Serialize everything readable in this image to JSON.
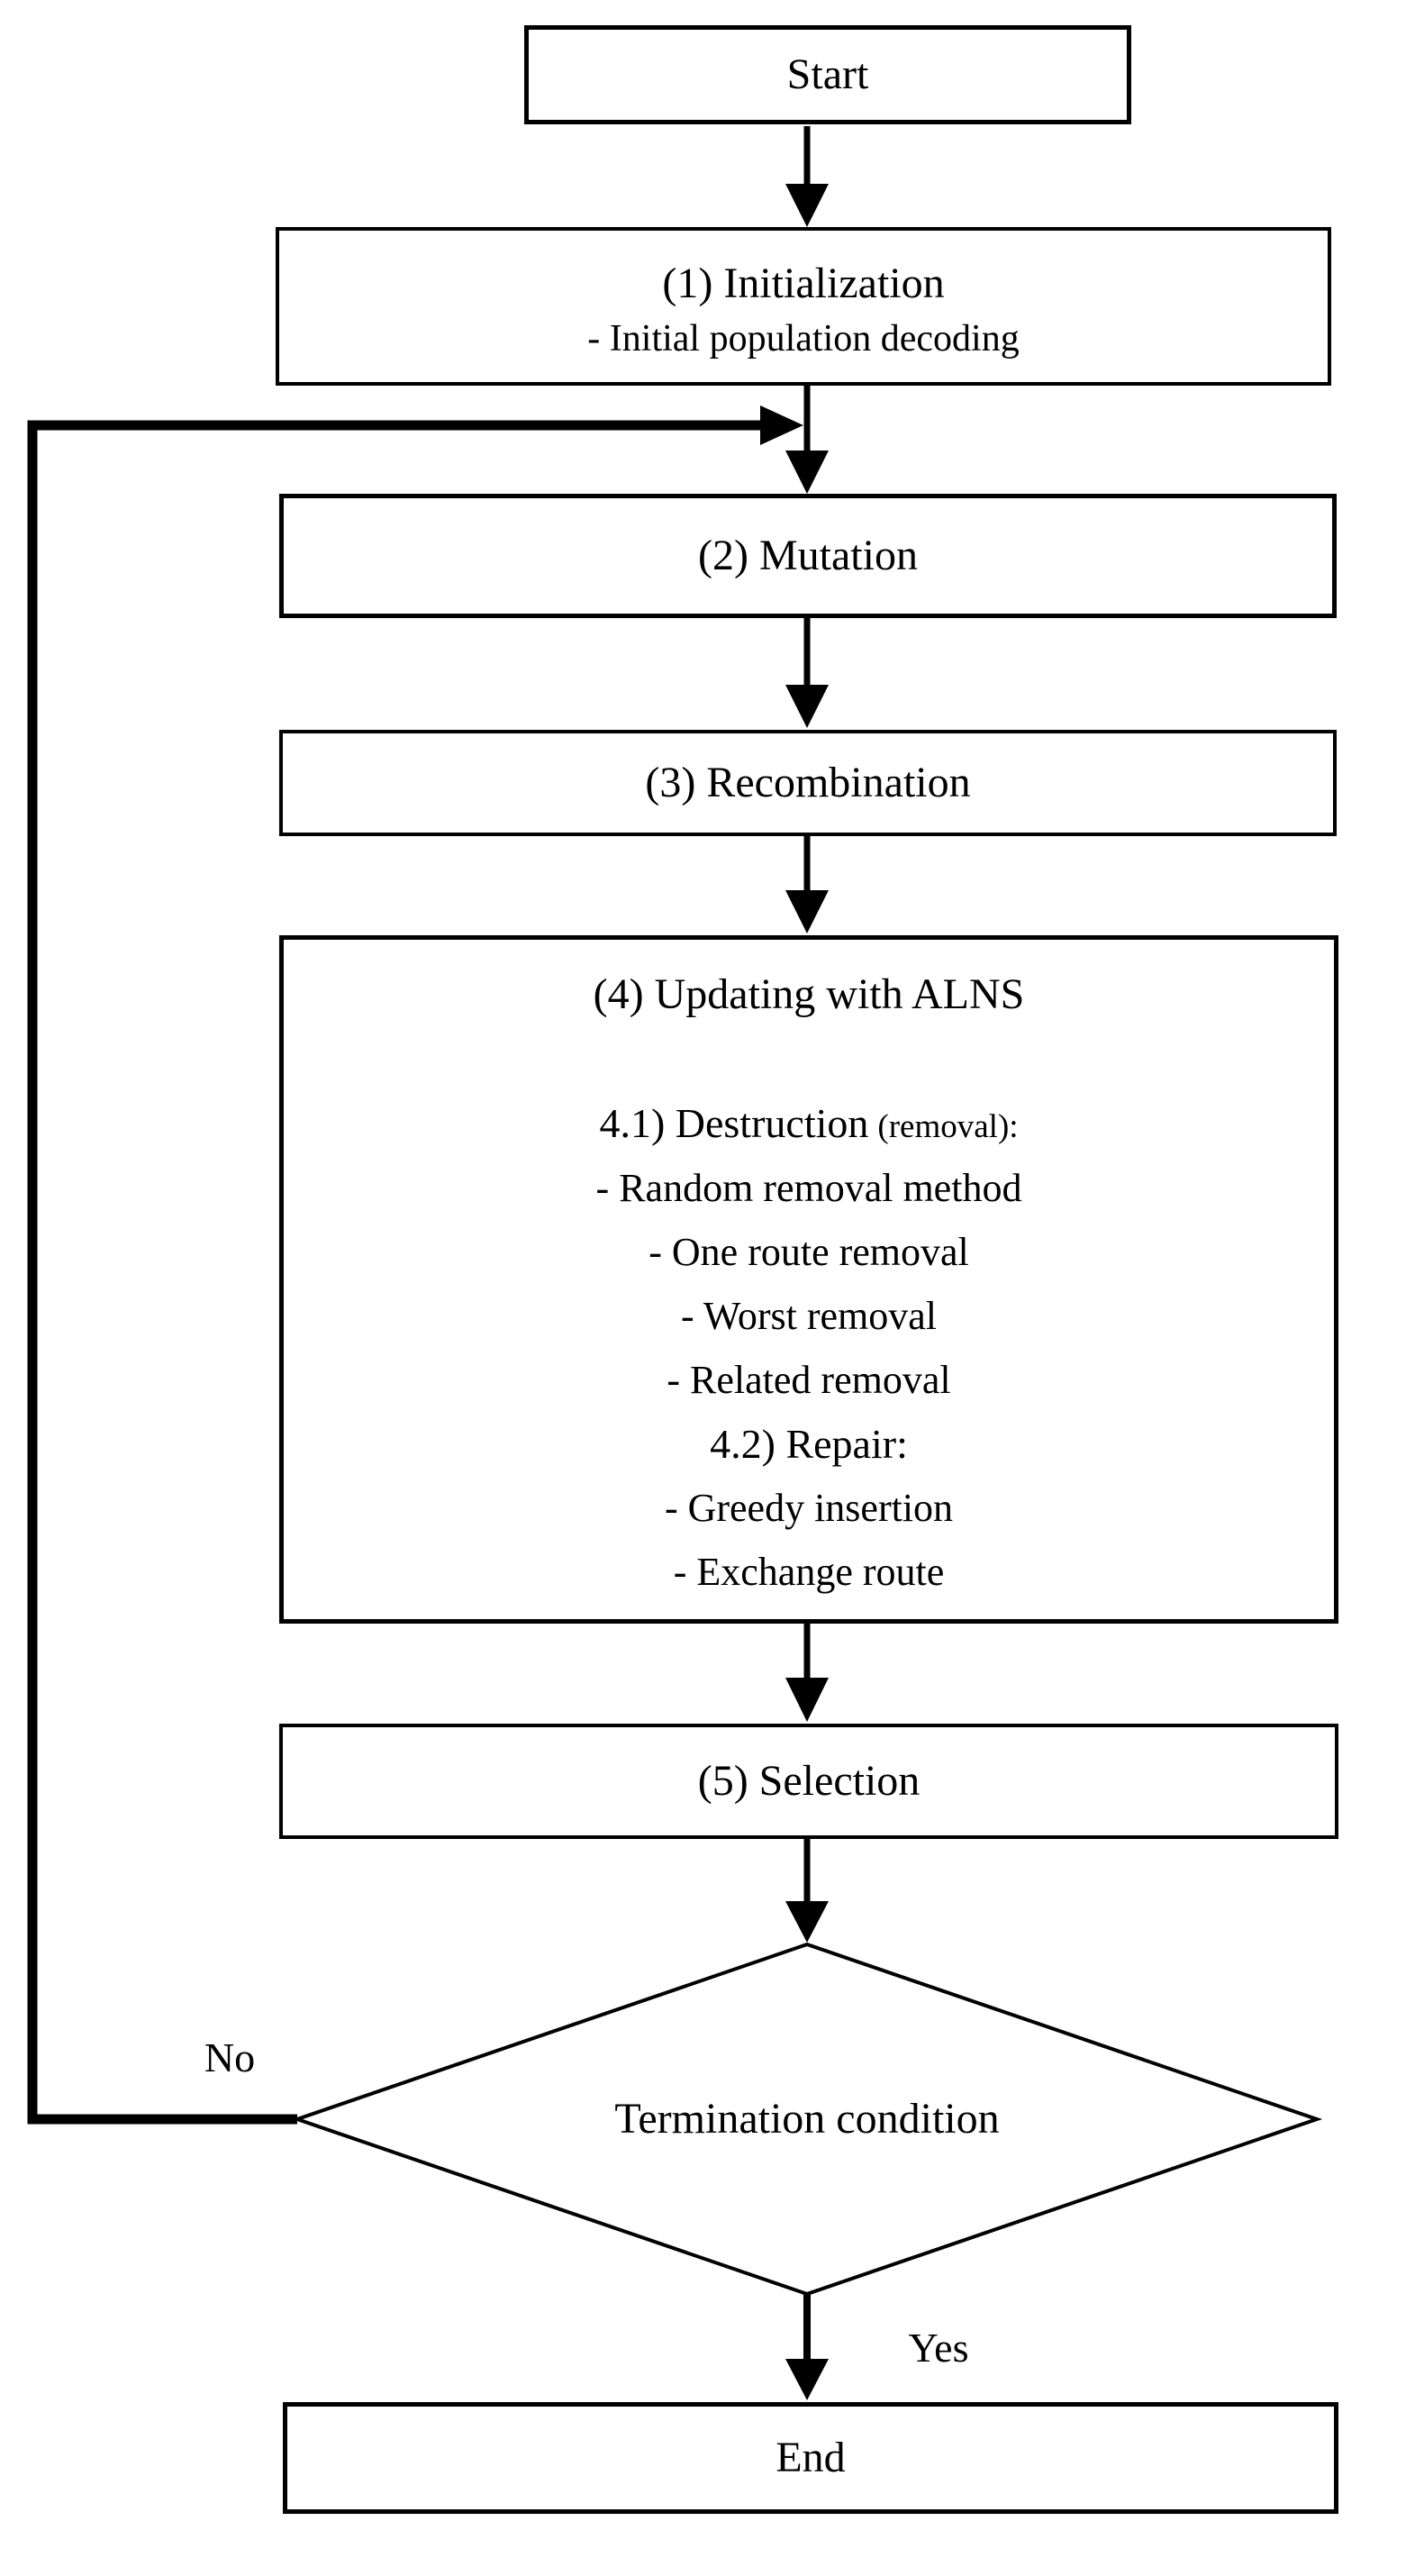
{
  "diagram": {
    "start": "Start",
    "initialization": {
      "title": "(1) Initialization",
      "subtitle": "- Initial population decoding"
    },
    "mutation": "(2) Mutation",
    "recombination": "(3) Recombination",
    "alns": {
      "title": "(4) Updating with ALNS",
      "destruction_label": "4.1) Destruction",
      "destruction_note": "(removal):",
      "destruction_items": [
        "- Random removal method",
        "- One route removal",
        "- Worst removal",
        "- Related removal"
      ],
      "repair_label": "4.2) Repair:",
      "repair_items": [
        "- Greedy insertion",
        "- Exchange route"
      ]
    },
    "selection": "(5) Selection",
    "decision": "Termination condition",
    "branch_no": "No",
    "branch_yes": "Yes",
    "end": "End",
    "colors": {
      "stroke": "#000000",
      "background": "#ffffff"
    }
  }
}
